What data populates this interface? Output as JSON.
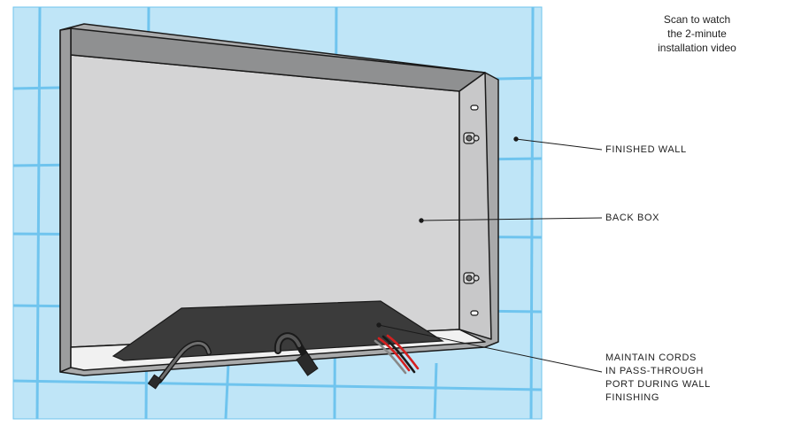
{
  "qr_note": {
    "lines": [
      "Scan to watch",
      "the 2-minute",
      "installation video"
    ]
  },
  "callouts": {
    "finished_wall": "FINISHED WALL",
    "back_box": "BACK BOX",
    "maintain_cords": [
      "MAINTAIN CORDS",
      "IN PASS-THROUGH",
      "PORT DURING WALL",
      "FINISHING"
    ]
  },
  "colors": {
    "tile": "#bfe5f7",
    "grout": "#6fc4ee",
    "box_interior": "#d4d4d5",
    "box_frame": "#8f9091",
    "port_cover": "#3b3b3b",
    "outline": "#1a1a1a"
  }
}
